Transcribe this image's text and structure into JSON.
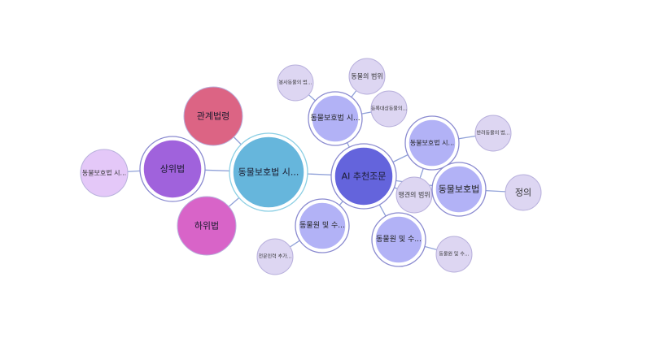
{
  "nodes": [
    {
      "id": "main",
      "label": "동물보호법 시...",
      "color": "#66b6dc",
      "ring": true,
      "size": "xl",
      "font": 11,
      "text": "#1a1a2e"
    },
    {
      "id": "upper",
      "label": "상위법",
      "color": "#a062dc",
      "ring": true,
      "size": "l",
      "font": 11,
      "text": "#1a1a2e"
    },
    {
      "id": "related",
      "label": "관계법령",
      "color": "#dc6484",
      "ring": false,
      "size": "l",
      "font": 11,
      "text": "#1a1a2e"
    },
    {
      "id": "lower",
      "label": "하위법",
      "color": "#d864c8",
      "ring": false,
      "size": "l",
      "font": 11,
      "text": "#1a1a2e"
    },
    {
      "id": "upperleaf",
      "label": "동물보호법 시...",
      "color": "#e4c8f8",
      "ring": false,
      "size": "m",
      "font": 8,
      "text": "#333"
    },
    {
      "id": "ai",
      "label": "AI 추천조문",
      "color": "#6464dc",
      "ring": true,
      "size": "l",
      "font": 11,
      "text": "#1a1a2e"
    },
    {
      "id": "t1",
      "label": "동물보호법 시...",
      "color": "#b2b2f6",
      "ring": true,
      "size": "m",
      "font": 9,
      "text": "#222"
    },
    {
      "id": "t1a",
      "label": "봉사동물의 범...",
      "color": "#ddd6f2",
      "ring": false,
      "size": "s",
      "font": 6,
      "text": "#333"
    },
    {
      "id": "t1b",
      "label": "동물의 범위",
      "color": "#ddd6f2",
      "ring": false,
      "size": "s",
      "font": 8,
      "text": "#333"
    },
    {
      "id": "t1c",
      "label": "등록대상동물의...",
      "color": "#ddd6f2",
      "ring": false,
      "size": "s",
      "font": 6,
      "text": "#333"
    },
    {
      "id": "t2",
      "label": "동물보호법 시...",
      "color": "#b2b2f6",
      "ring": true,
      "size": "m",
      "font": 8,
      "text": "#222"
    },
    {
      "id": "t2a",
      "label": "반려동물의 범...",
      "color": "#ddd6f2",
      "ring": false,
      "size": "s",
      "font": 6,
      "text": "#333"
    },
    {
      "id": "t2b",
      "label": "맹견의 범위",
      "color": "#ddd6f2",
      "ring": false,
      "size": "s",
      "font": 8,
      "text": "#333"
    },
    {
      "id": "t3",
      "label": "동물보호법",
      "color": "#b2b2f6",
      "ring": true,
      "size": "m",
      "font": 11,
      "text": "#222"
    },
    {
      "id": "t3a",
      "label": "정의",
      "color": "#ddd6f2",
      "ring": false,
      "size": "s",
      "font": 11,
      "text": "#333"
    },
    {
      "id": "t4",
      "label": "동물원 및 수...",
      "color": "#b2b2f6",
      "ring": true,
      "size": "m",
      "font": 9,
      "text": "#222"
    },
    {
      "id": "t4a",
      "label": "전문인력 추가...",
      "color": "#ddd6f2",
      "ring": false,
      "size": "s",
      "font": 6,
      "text": "#333"
    },
    {
      "id": "t5",
      "label": "동물원 및 수...",
      "color": "#b2b2f6",
      "ring": true,
      "size": "m",
      "font": 9,
      "text": "#222"
    },
    {
      "id": "t5a",
      "label": "동물원 및 수...",
      "color": "#ddd6f2",
      "ring": false,
      "size": "s",
      "font": 6,
      "text": "#333"
    }
  ],
  "edges": [
    [
      "main",
      "upper"
    ],
    [
      "main",
      "related"
    ],
    [
      "main",
      "lower"
    ],
    [
      "upper",
      "upperleaf"
    ],
    [
      "main",
      "ai"
    ],
    [
      "ai",
      "t1"
    ],
    [
      "t1",
      "t1a"
    ],
    [
      "t1",
      "t1b"
    ],
    [
      "t1",
      "t1c"
    ],
    [
      "ai",
      "t2"
    ],
    [
      "t2",
      "t2a"
    ],
    [
      "t2",
      "t2b"
    ],
    [
      "ai",
      "t2b"
    ],
    [
      "t2b",
      "t3"
    ],
    [
      "ai",
      "t3"
    ],
    [
      "t3",
      "t3a"
    ],
    [
      "ai",
      "t4"
    ],
    [
      "t4",
      "t4a"
    ],
    [
      "ai",
      "t5"
    ],
    [
      "t5",
      "t5a"
    ]
  ]
}
